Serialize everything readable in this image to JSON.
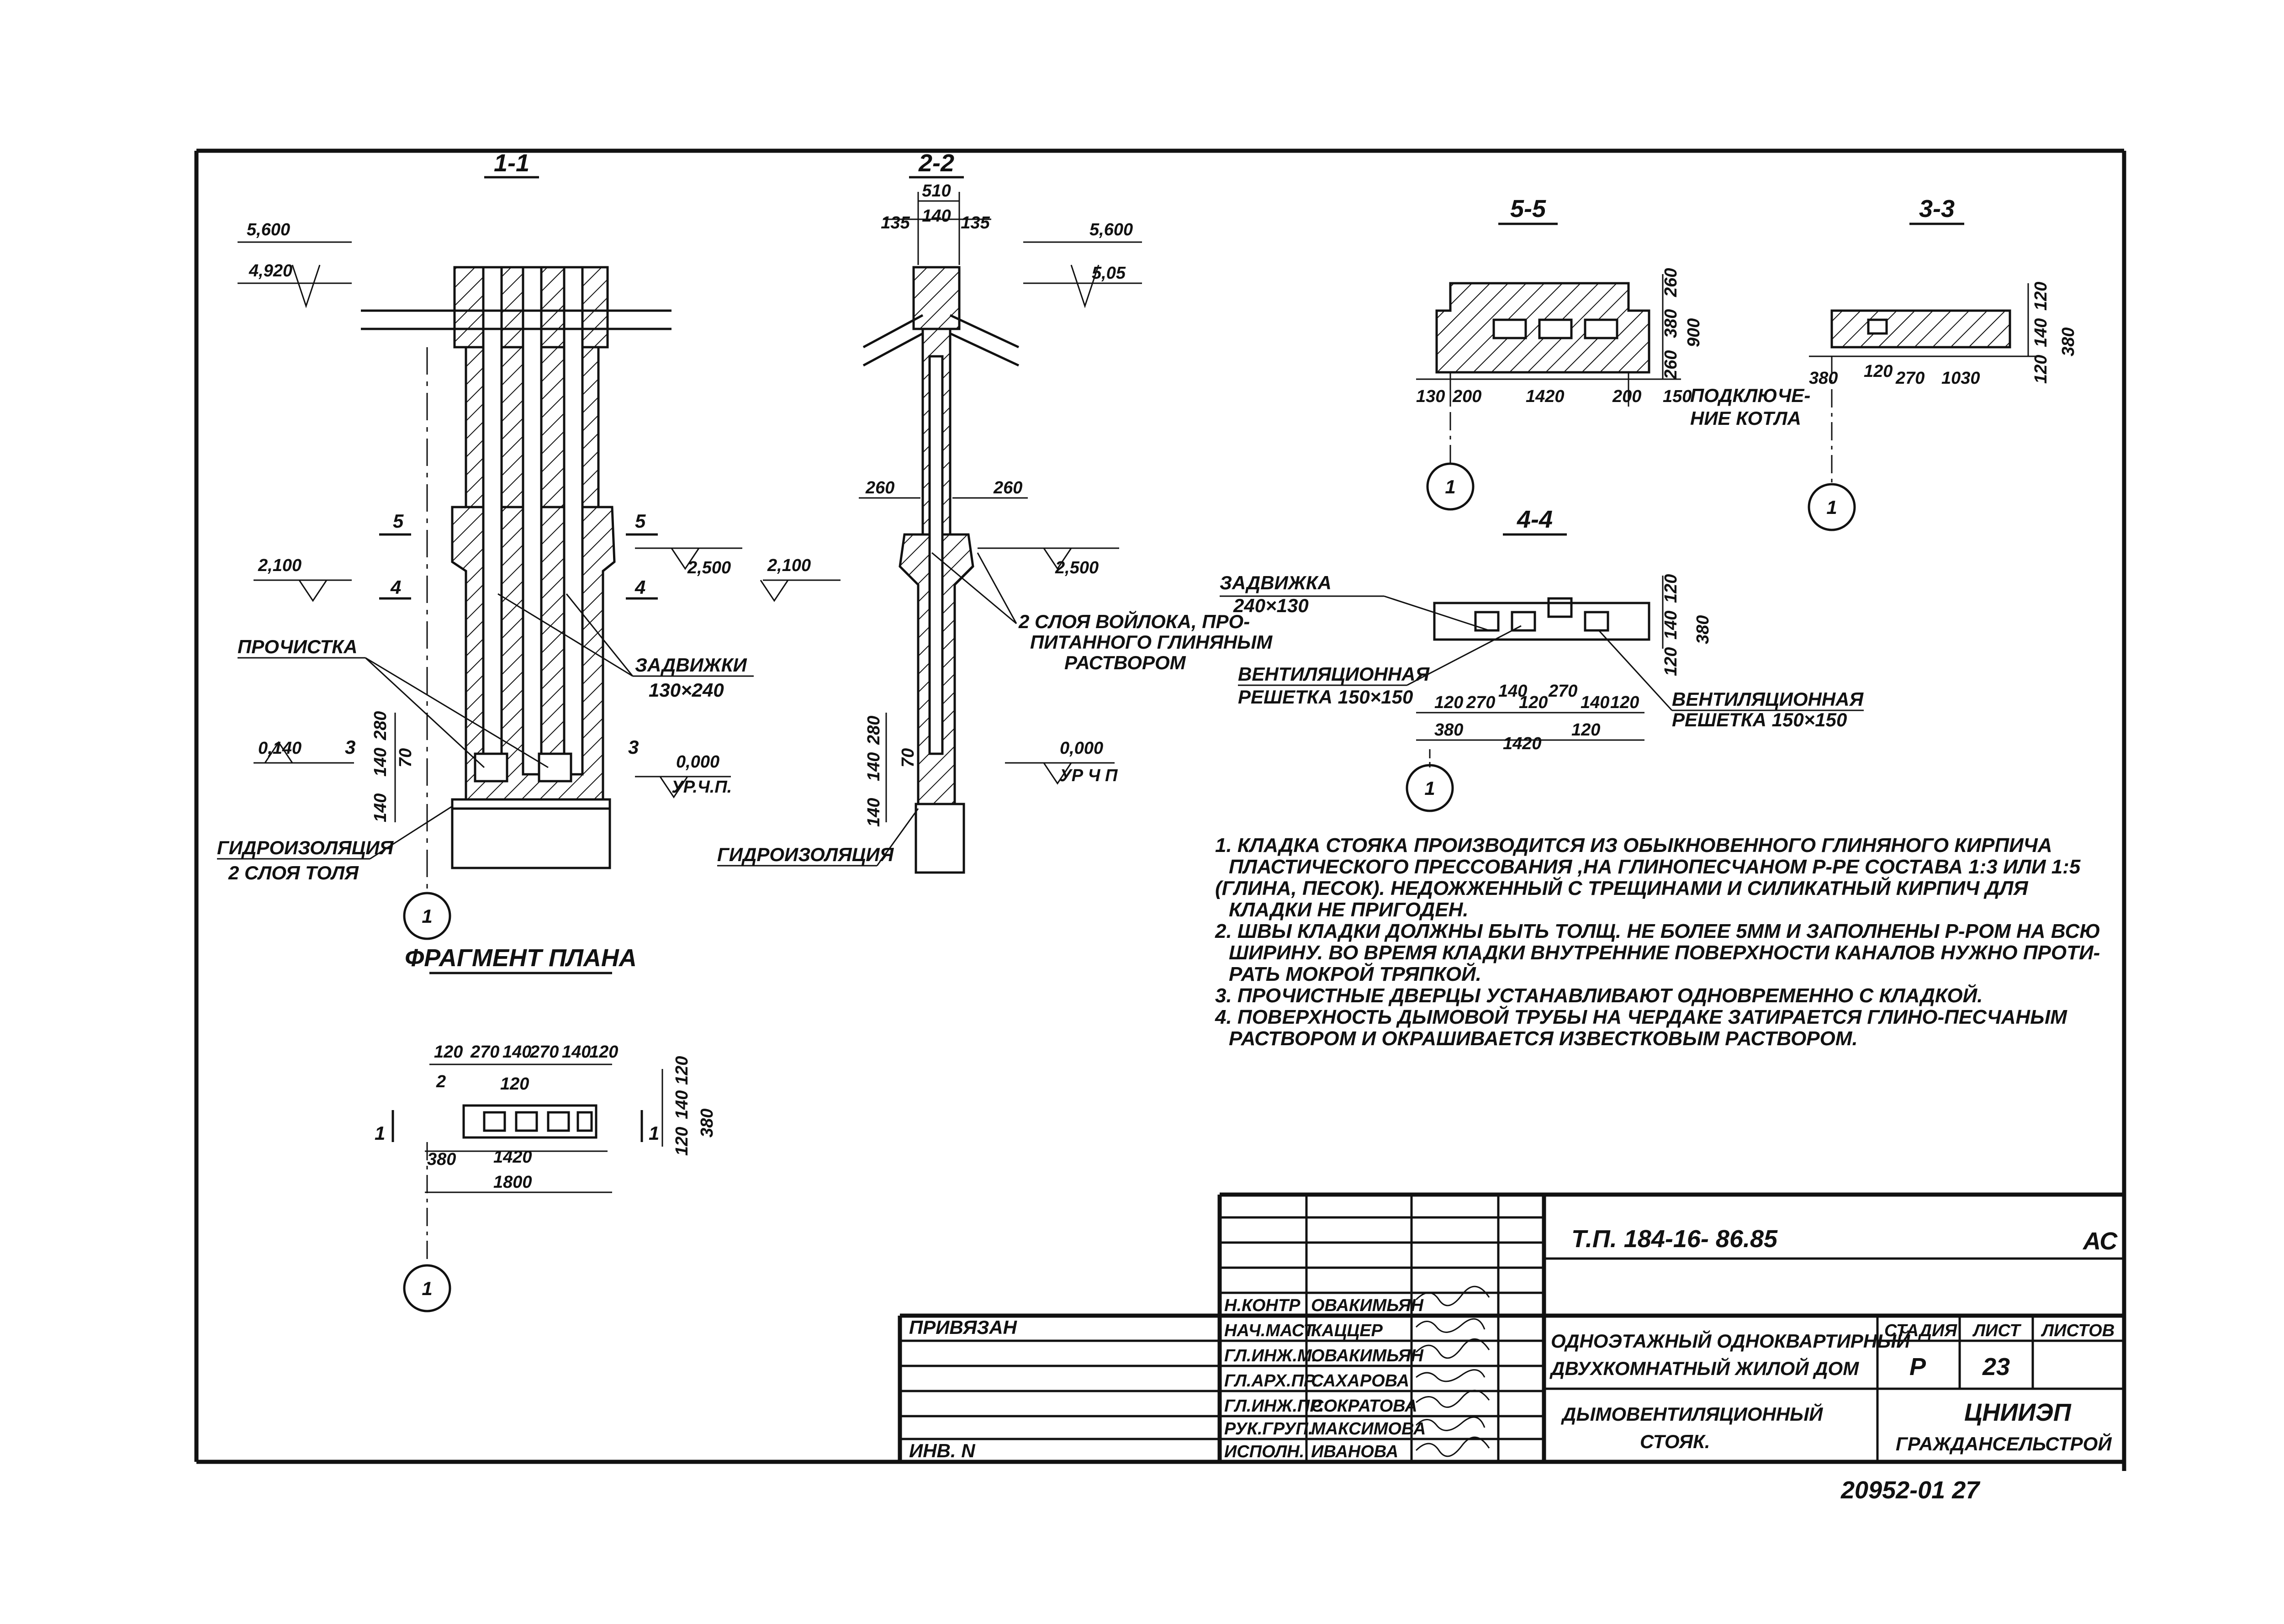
{
  "sections": {
    "s11": {
      "title": "1-1",
      "dims": {
        "e5600": "5,600",
        "e4920": "4,920",
        "e2100": "2,100",
        "e2500": "2,500",
        "e0140": "0,140",
        "e0000": "0,000",
        "ur": "УР.Ч.П.",
        "d140": "140",
        "d140b": "140",
        "d280": "280",
        "d70": "70"
      },
      "cut5": "5",
      "cut4": "4",
      "cut3": "3",
      "prochistka": "ПРОЧИСТКА",
      "zadvizhki": "ЗАДВИЖКИ",
      "zadvizhki_size": "130×240",
      "gidro1": "ГИДРОИЗОЛЯЦИЯ",
      "gidro2": "2 СЛОЯ ТОЛЯ",
      "axis": "1"
    },
    "s22": {
      "title": "2-2",
      "dims": {
        "w510": "510",
        "w135a": "135",
        "w140": "140",
        "w135b": "135",
        "e5600": "5,600",
        "e505": "5,05",
        "d260a": "260",
        "d260b": "260",
        "e2100": "2,100",
        "e2500": "2,500",
        "e0000": "0,000",
        "ur": "УР Ч П",
        "d140": "140",
        "d140b": "140",
        "d280": "280",
        "d70": "70"
      },
      "felt1": "2 СЛОЯ ВОЙЛОКА, ПРО-",
      "felt2": "ПИТАННОГО ГЛИНЯНЫМ",
      "felt3": "РАСТВОРОМ",
      "gidro": "ГИДРОИЗОЛЯЦИЯ"
    },
    "s55": {
      "title": "5-5",
      "dims": {
        "d130": "130",
        "d200a": "200",
        "d1420": "1420",
        "d200b": "200",
        "d150": "150",
        "v260a": "260",
        "v380": "380",
        "v260b": "260",
        "v900": "900"
      },
      "note1": "ПОДКЛЮЧЕ-",
      "note2": "НИЕ КОТЛА",
      "axis": "1"
    },
    "s33": {
      "title": "3-3",
      "dims": {
        "d380": "380",
        "d120": "120",
        "d270": "270",
        "d1030": "1030",
        "v120": "120",
        "v140": "140",
        "v120b": "120",
        "v380": "380"
      },
      "axis": "1"
    },
    "s44": {
      "title": "4-4",
      "zadv": "ЗАДВИЖКА",
      "zadv_size": "240×130",
      "vent1a": "ВЕНТИЛЯЦИОННАЯ",
      "vent1b": "РЕШЕТКА 150×150",
      "vent2a": "ВЕНТИЛЯЦИОННАЯ",
      "vent2b": "РЕШЕТКА 150×150",
      "dims": {
        "a120": "120",
        "a270": "270",
        "a140": "140",
        "a120b": "120",
        "a270b": "270",
        "a140b": "140",
        "a120c": "120",
        "b380": "380",
        "b1420": "1420",
        "b120": "120",
        "v120": "120",
        "v140": "140",
        "v120b": "120",
        "v380": "380"
      },
      "axis": "1"
    },
    "plan": {
      "title": "ФРАГМЕНТ ПЛАНА",
      "dims": {
        "a120": "120",
        "a270": "270",
        "a140": "140",
        "a270b": "270",
        "a140b": "140",
        "a120b": "120",
        "m120": "120",
        "c2": "2",
        "b380": "380",
        "b1420": "1420",
        "c1800": "1800",
        "v120": "120",
        "v140": "140",
        "v120b": "120",
        "v380": "380"
      },
      "cutL": "1",
      "cutR": "1",
      "axis": "1"
    }
  },
  "notes": [
    "1. КЛАДКА СТОЯКА  ПРОИЗВОДИТСЯ ИЗ ОБЫКНОВЕННОГО ГЛИНЯНОГО КИРПИЧА",
    "ПЛАСТИЧЕСКОГО ПРЕССОВАНИЯ ,НА ГЛИНОПЕСЧАНОМ Р-РЕ  СОСТАВА 1:3 ИЛИ 1:5",
    "(ГЛИНА, ПЕСОК). НЕДОЖЖЕННЫЙ С ТРЕЩИНАМИ И СИЛИКАТНЫЙ КИРПИЧ ДЛЯ",
    "КЛАДКИ НЕ ПРИГОДЕН.",
    "2. ШВЫ КЛАДКИ ДОЛЖНЫ БЫТЬ ТОЛЩ. НЕ БОЛЕЕ 5ММ И ЗАПОЛНЕНЫ Р-РОМ НА ВСЮ",
    "ШИРИНУ. ВО ВРЕМЯ КЛАДКИ ВНУТРЕННИЕ ПОВЕРХНОСТИ КАНАЛОВ НУЖНО ПРОТИ-",
    "РАТЬ МОКРОЙ ТРЯПКОЙ.",
    "3. ПРОЧИСТНЫЕ  ДВЕРЦЫ  УСТАНАВЛИВАЮТ ОДНОВРЕМЕННО С КЛАДКОЙ.",
    "4. ПОВЕРХНОСТЬ ДЫМОВОЙ ТРУБЫ  НА ЧЕРДАКЕ ЗАТИРАЕТСЯ ГЛИНО-ПЕСЧАНЫМ",
    "РАСТВОРОМ И ОКРАШИВАЕТСЯ ИЗВЕСТКОВЫМ РАСТВОРОМ."
  ],
  "title_block": {
    "code": "Т.П.  184-16- 86.85",
    "ac": "АС",
    "privyazan": "ПРИВЯЗАН",
    "inv": "ИНВ. N",
    "roles": [
      "Н.КОНТР",
      "НАЧ.МАСТ",
      "ГЛ.ИНЖ.М.",
      "ГЛ.АРХ.ПР.",
      "ГЛ.ИНЖ.ПР.",
      "РУК.ГРУП.",
      "ИСПОЛН."
    ],
    "names": [
      "ОВАКИМЬЯН",
      "КАЦЦЕР",
      "ОВАКИМЬЯН",
      "САХАРОВА",
      "СОКРАТОВА",
      "МАКСИМОВА",
      "ИВАНОВА"
    ],
    "project1": "ОДНОЭТАЖНЫЙ ОДНОКВАРТИРНЫЙ",
    "project2": "ДВУХКОМНАТНЫЙ ЖИЛОЙ ДОМ",
    "sheet_title1": "ДЫМОВЕНТИЛЯЦИОННЫЙ",
    "sheet_title2": "СТОЯК.",
    "h_stage": "СТАДИЯ",
    "h_sheet": "ЛИСТ",
    "h_sheets": "ЛИСТОВ",
    "stage": "Р",
    "sheet": "23",
    "org1": "ЦНИИЭП",
    "org2": "ГРАЖДАНСЕЛЬСТРОЙ"
  },
  "footer": "20952-01  27"
}
